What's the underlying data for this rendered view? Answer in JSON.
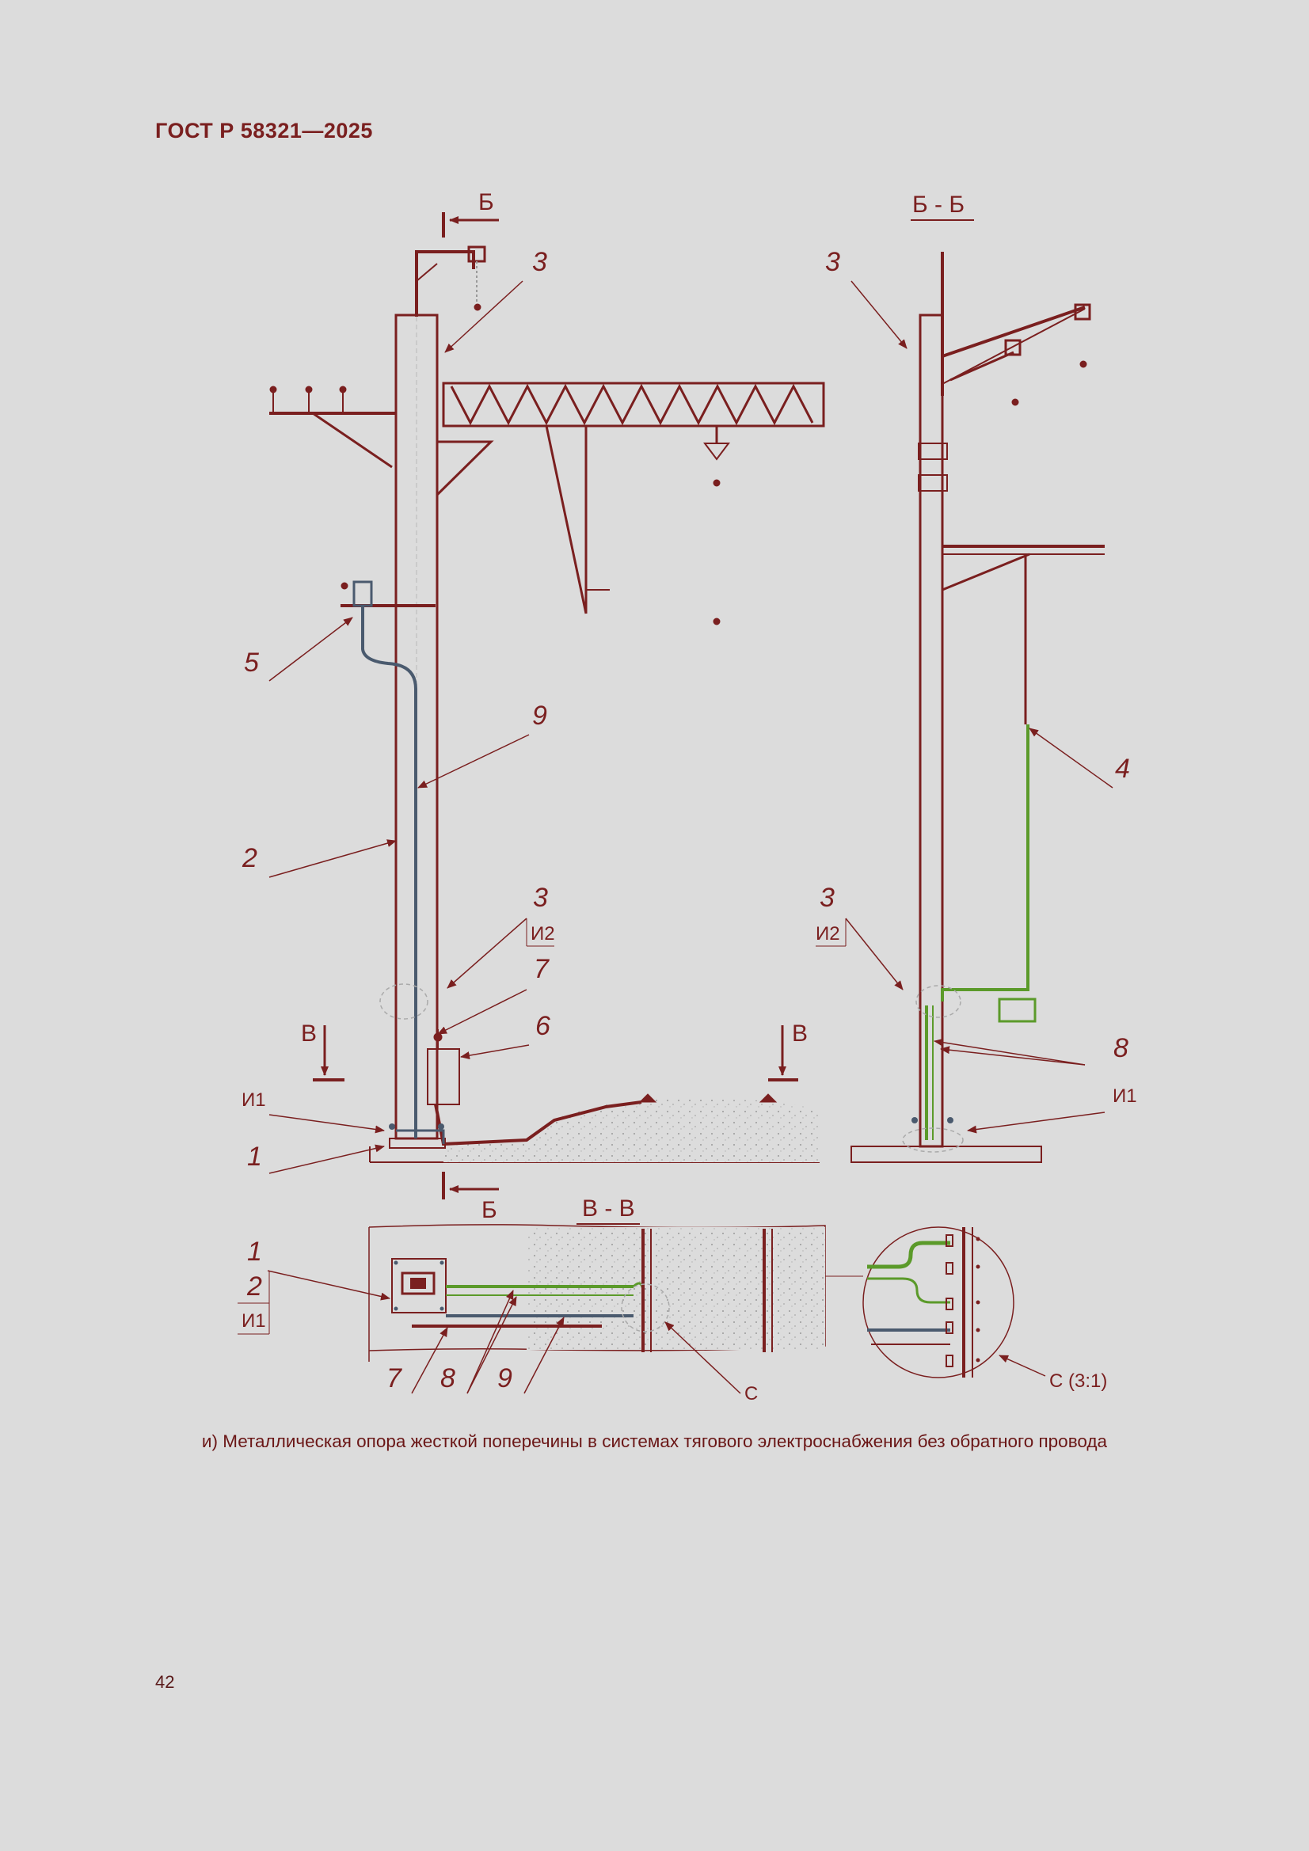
{
  "document": {
    "standard": "ГОСТ Р 58321—2025",
    "page_number": "42",
    "caption": "и) Металлическая опора жесткой поперечины в системах тягового электроснабжения без обратного провода"
  },
  "views": {
    "section_bb_title": "Б - Б",
    "section_vv_title": "В - В",
    "detail_c_title": "С (3:1)",
    "detail_c_marker": "С",
    "cut_b": "Б",
    "cut_v": "В"
  },
  "callouts": {
    "n1": "1",
    "n2": "2",
    "n3": "3",
    "n4": "4",
    "n5": "5",
    "n6": "6",
    "n7": "7",
    "n8": "8",
    "n9": "9",
    "i1": "И1",
    "i2": "И2"
  },
  "colors": {
    "structure": "#7a1f1f",
    "cable_blue": "#4a5a6e",
    "cable_green": "#5b9a2a",
    "background": "#dcdcdc"
  }
}
